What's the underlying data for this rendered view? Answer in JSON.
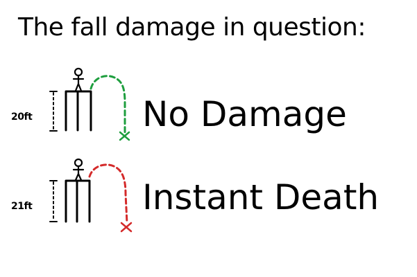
{
  "title": "The fall damage in question:",
  "rows": [
    {
      "height_label": "20ft",
      "outcome": "No Damage",
      "arc_color": "#1e9e3e"
    },
    {
      "height_label": "21ft",
      "outcome": "Instant Death",
      "arc_color": "#d42a2a"
    }
  ]
}
